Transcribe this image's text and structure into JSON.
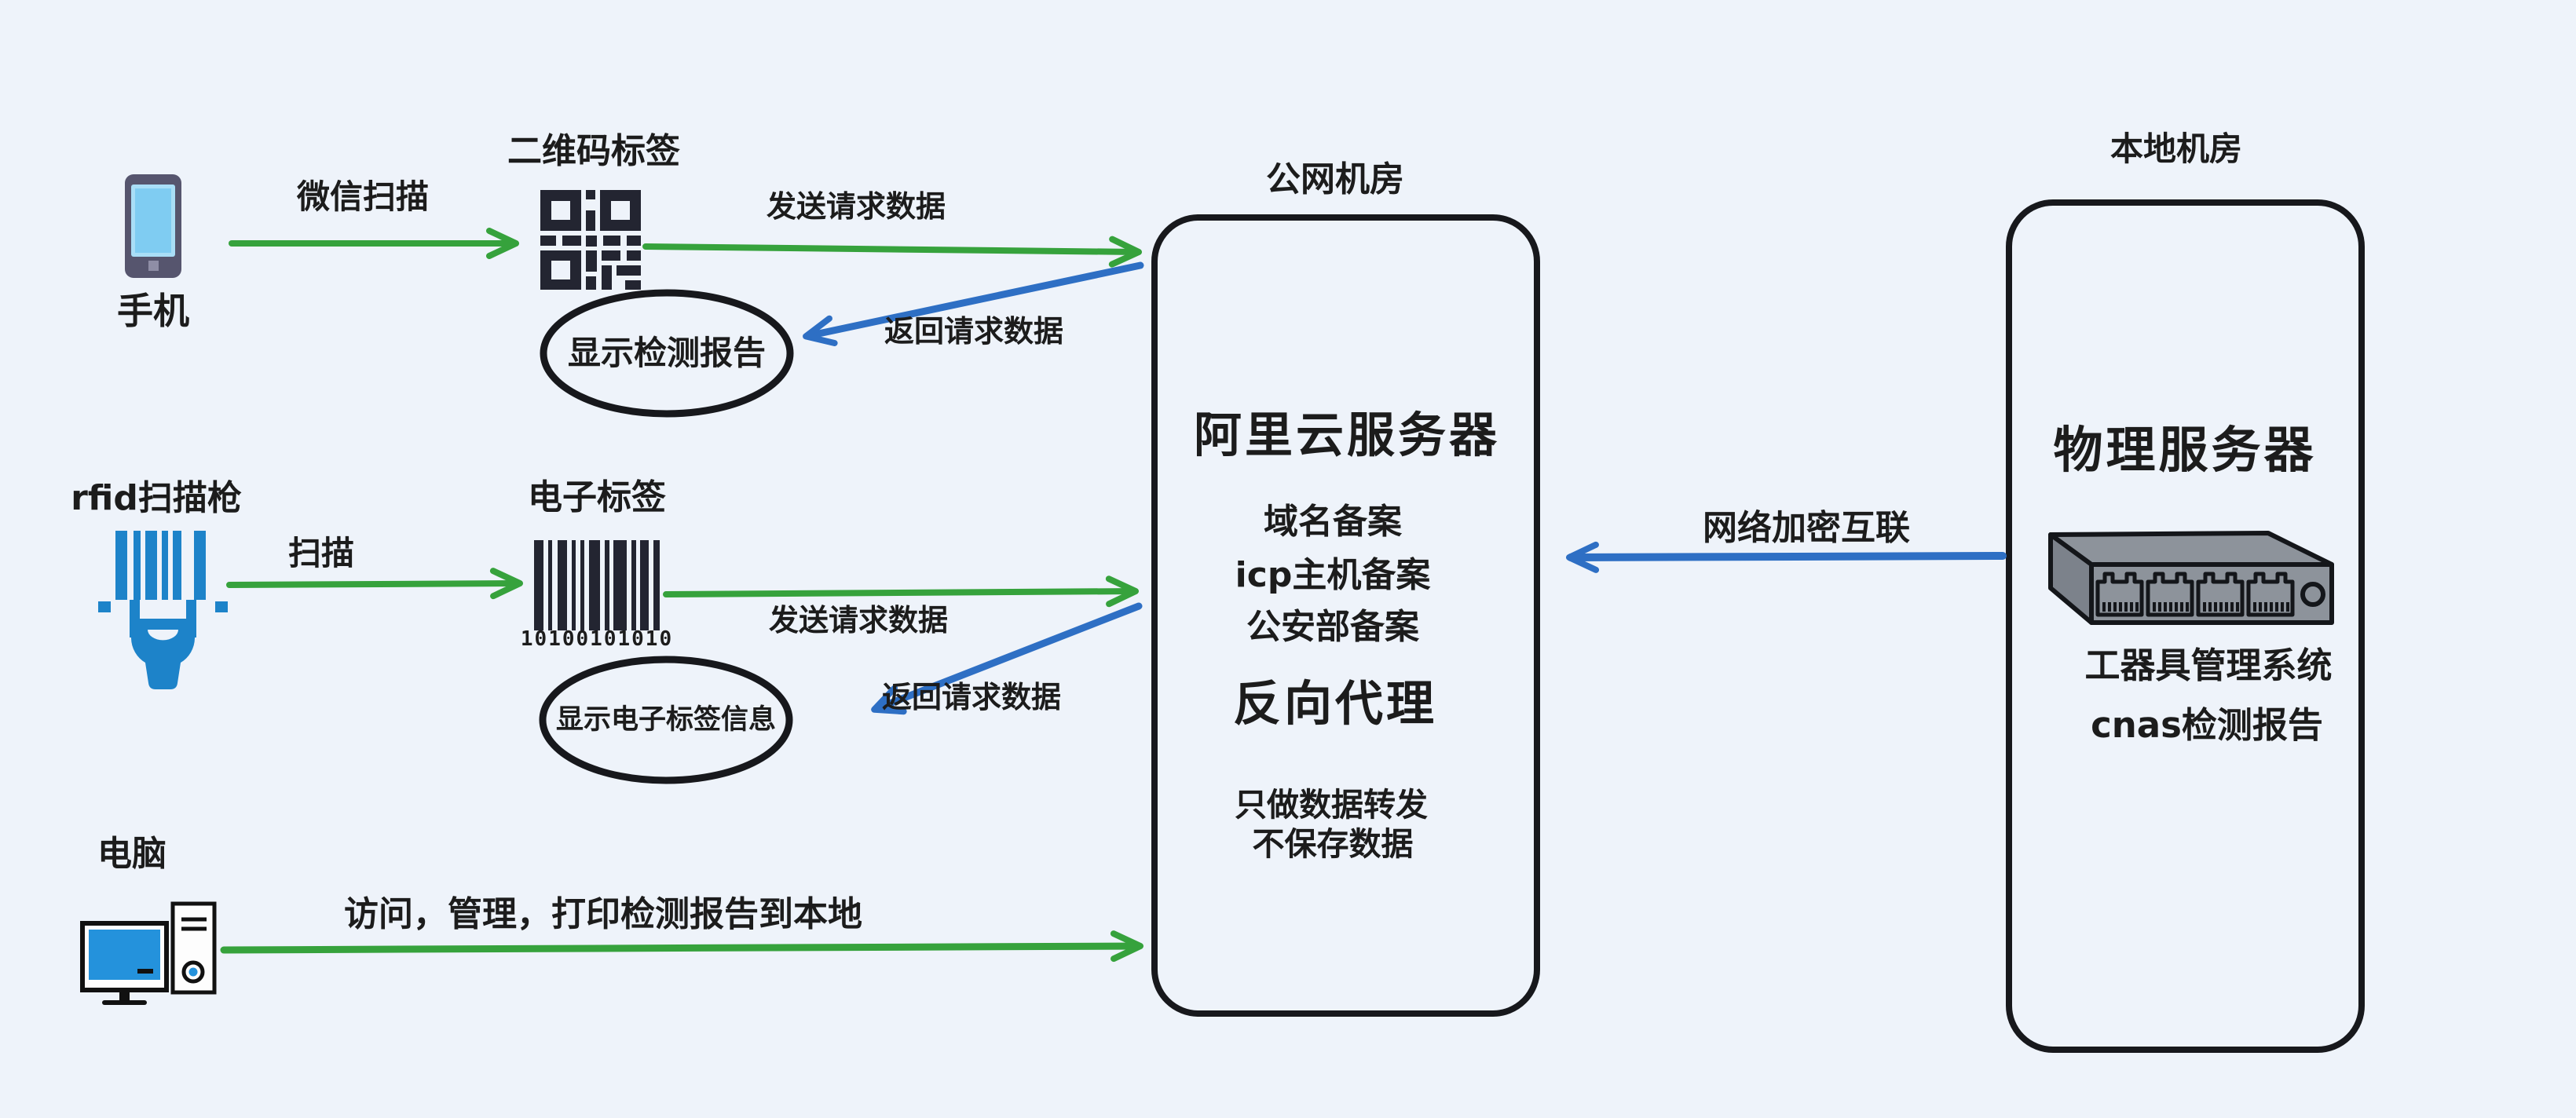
{
  "colors": {
    "background": "#eef3fa",
    "ink": "#1c1c1c",
    "arrow_green": "#36a23c",
    "arrow_blue": "#2e6fc4",
    "scanner_blue": "#1d83c9",
    "screen_blue": "#2492dc",
    "phone_body": "#56556e",
    "phone_screen": "#7fccf2",
    "switch_gray": "#8d939b"
  },
  "icons": {
    "phone": "smartphone-icon",
    "qr": "qr-code-icon",
    "scanner": "rfid-scanner-icon",
    "barcode": "barcode-icon",
    "computer": "desktop-computer-icon",
    "switch": "network-switch-icon"
  },
  "phone_flow": {
    "device": "手机",
    "scan_action": "微信扫描",
    "tag_title": "二维码标签",
    "send": "发送请求数据",
    "return": "返回请求数据",
    "result": "显示检测报告"
  },
  "rfid_flow": {
    "device": "rfid扫描枪",
    "scan_action": "扫描",
    "tag_title": "电子标签",
    "barcode_digits": "10100101010",
    "send": "发送请求数据",
    "return": "返回请求数据",
    "result": "显示电子标签信息"
  },
  "pc_flow": {
    "device": "电脑",
    "action": "访问，管理，打印检测报告到本地"
  },
  "public_room": {
    "region": "公网机房",
    "server": "阿里云服务器",
    "records": [
      "域名备案",
      "icp主机备案",
      "公安部备案"
    ],
    "proxy": "反向代理",
    "notes": [
      "只做数据转发",
      "不保存数据"
    ]
  },
  "encrypted_link": {
    "label": "网络加密互联"
  },
  "local_room": {
    "region": "本地机房",
    "server": "物理服务器",
    "apps": [
      "工器具管理系统",
      "cnas检测报告"
    ]
  }
}
